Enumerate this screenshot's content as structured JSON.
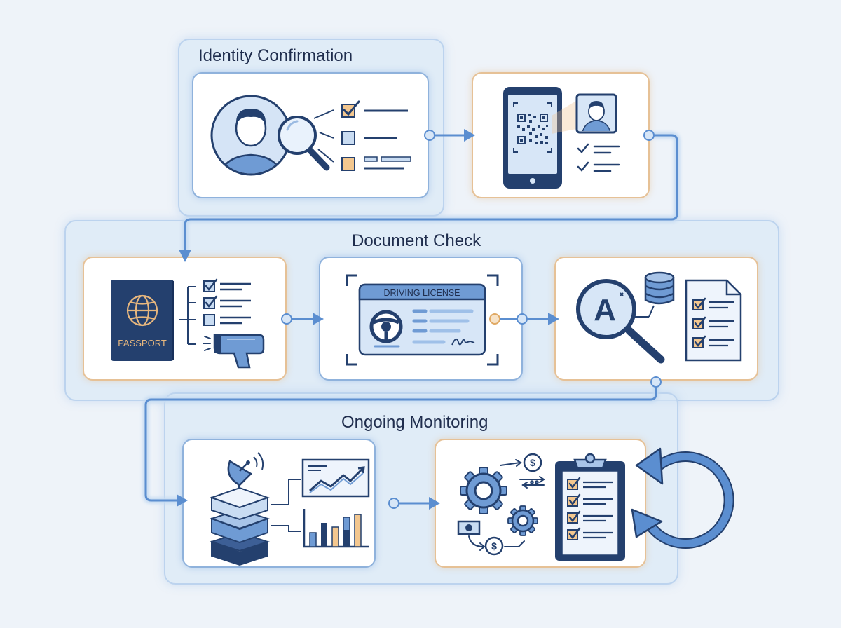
{
  "stages": [
    {
      "id": "identity",
      "title": "Identity Confirmation"
    },
    {
      "id": "document",
      "title": "Document Check"
    },
    {
      "id": "monitoring",
      "title": "Ongoing Monitoring"
    }
  ],
  "labels": {
    "passport": "PASSPORT",
    "driving_license": "DRIVING LICENSE"
  },
  "colors": {
    "navy": "#24406e",
    "mid_blue": "#5b8ed0",
    "light_blue": "#c9dcf2",
    "orange_accent": "#f0c38e",
    "background": "#eef3f9"
  },
  "icons": [
    "user-avatar-icon",
    "magnifier-icon",
    "checklist-icon",
    "smartphone-qr-icon",
    "profile-photo-icon",
    "passport-icon",
    "globe-icon",
    "barcode-scanner-icon",
    "driving-license-card-icon",
    "steering-wheel-icon",
    "ocr-magnifier-icon",
    "database-icon",
    "document-checklist-icon",
    "satellite-dish-icon",
    "server-stack-icon",
    "line-chart-icon",
    "bar-chart-icon",
    "gear-icon",
    "dollar-coin-icon",
    "banknote-icon",
    "clipboard-checklist-icon",
    "cycle-arrow-icon"
  ]
}
